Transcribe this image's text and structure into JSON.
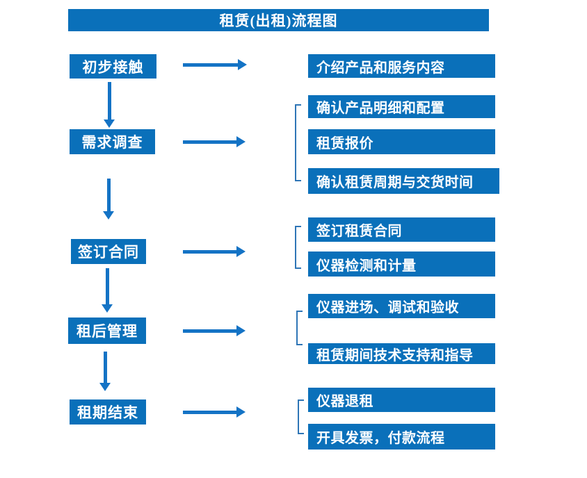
{
  "title": "租赁(出租)流程图",
  "colors": {
    "box": "#0a70ba",
    "arrow": "#1473c5",
    "bracket": "#2e75b6",
    "text": "#ffffff",
    "background": "#ffffff"
  },
  "steps": [
    {
      "label": "初步接触",
      "details": [
        "介绍产品和服务内容"
      ]
    },
    {
      "label": "需求调查",
      "details": [
        "确认产品明细和配置",
        "租赁报价",
        "确认租赁周期与交货时间"
      ]
    },
    {
      "label": "签订合同",
      "details": [
        "签订租赁合同",
        "仪器检测和计量"
      ]
    },
    {
      "label": "租后管理",
      "details": [
        "仪器进场、调试和验收",
        "租赁期间技术支持和指导"
      ]
    },
    {
      "label": "租期结束",
      "details": [
        "仪器退租",
        "开具发票，付款流程"
      ]
    }
  ]
}
